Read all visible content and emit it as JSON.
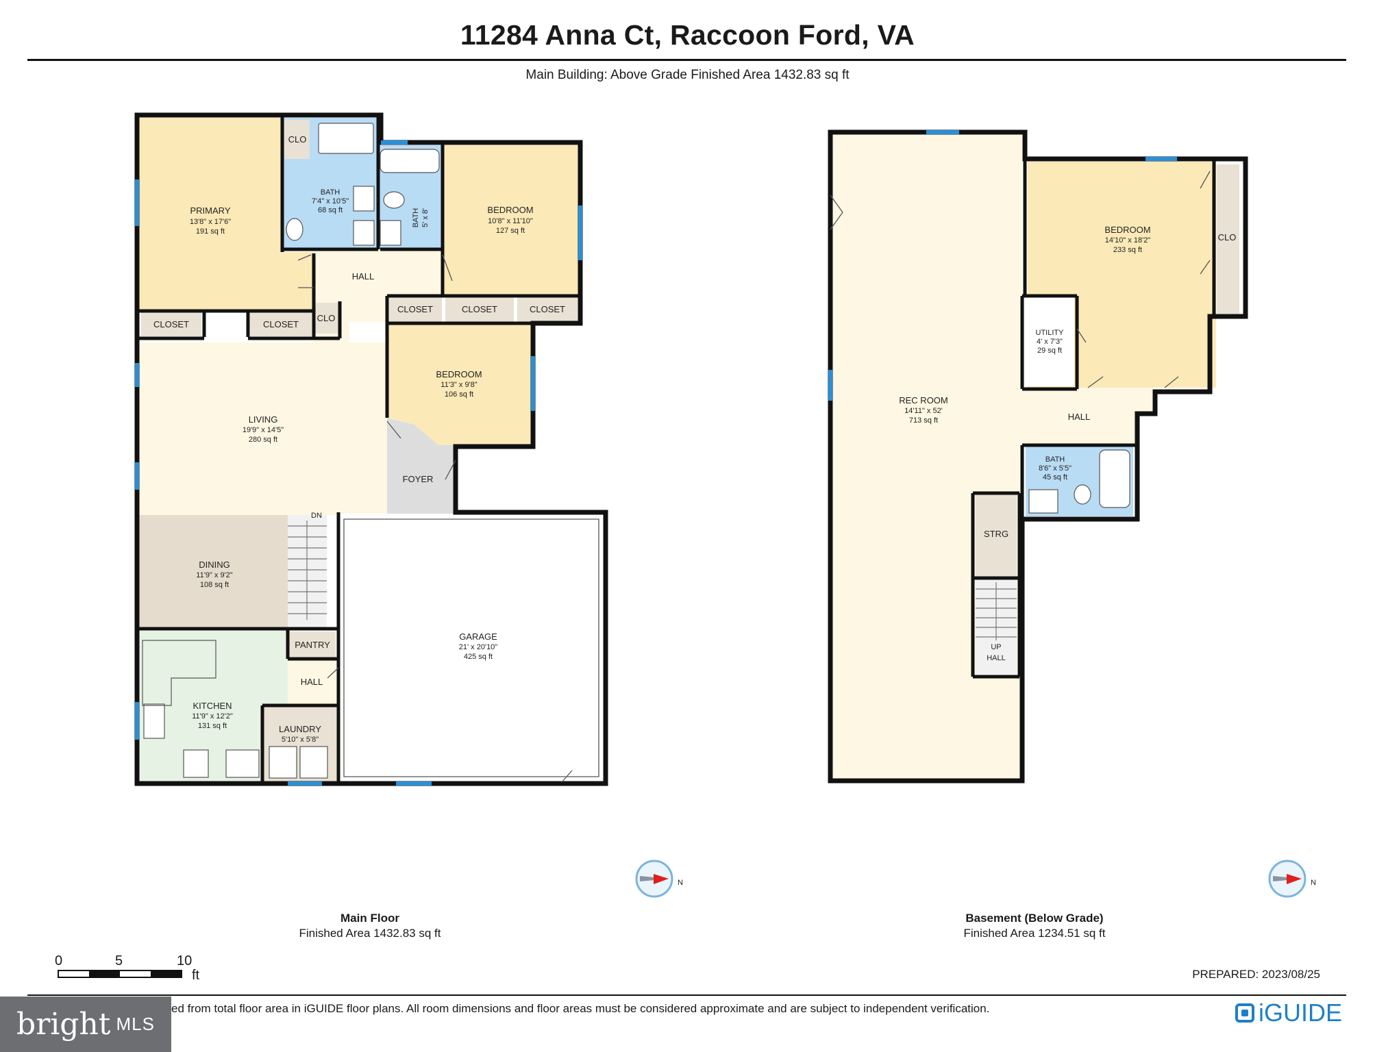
{
  "header": {
    "title": "11284 Anna Ct, Raccoon Ford, VA",
    "subtitle": "Main Building: Above Grade Finished Area 1432.83 sq ft"
  },
  "main_floor": {
    "caption_title": "Main Floor",
    "caption_area": "Finished Area 1432.83 sq ft",
    "rooms": {
      "primary": {
        "name": "PRIMARY",
        "dims": "13'8\" x 17'6\"",
        "area": "191 sq ft"
      },
      "bath1": {
        "name": "BATH",
        "dims": "7'4\" x 10'5\"",
        "area": "68 sq ft"
      },
      "bath2": {
        "name": "BATH",
        "dims": "5' x 8'"
      },
      "bedroom1": {
        "name": "BEDROOM",
        "dims": "10'8\" x 11'10\"",
        "area": "127 sq ft"
      },
      "bedroom2": {
        "name": "BEDROOM",
        "dims": "11'3\" x 9'8\"",
        "area": "106 sq ft"
      },
      "living": {
        "name": "LIVING",
        "dims": "19'9\" x 14'5\"",
        "area": "280 sq ft"
      },
      "dining": {
        "name": "DINING",
        "dims": "11'9\" x 9'2\"",
        "area": "108 sq ft"
      },
      "kitchen": {
        "name": "KITCHEN",
        "dims": "11'9\" x 12'2\"",
        "area": "131 sq ft"
      },
      "laundry": {
        "name": "LAUNDRY",
        "dims": "5'10\" x 5'8\""
      },
      "garage": {
        "name": "GARAGE",
        "dims": "21' x 20'10\"",
        "area": "425 sq ft"
      },
      "hall_upper": "HALL",
      "hall_lower": "HALL",
      "foyer": "FOYER",
      "pantry": "PANTRY",
      "clo_a": "CLO",
      "clo_b": "CLO",
      "closet_a": "CLOSET",
      "closet_b": "CLOSET",
      "closet_c": "CLOSET",
      "closet_d": "CLOSET",
      "closet_e": "CLOSET",
      "stairs_label": "DN"
    }
  },
  "basement": {
    "caption_title": "Basement (Below Grade)",
    "caption_area": "Finished Area 1234.51 sq ft",
    "rooms": {
      "rec_room": {
        "name": "REC ROOM",
        "dims": "14'11\" x 52'",
        "area": "713 sq ft"
      },
      "bedroom": {
        "name": "BEDROOM",
        "dims": "14'10\" x 18'2\"",
        "area": "233 sq ft"
      },
      "utility": {
        "name": "UTILITY",
        "dims": "4' x 7'3\"",
        "area": "29 sq ft"
      },
      "bath": {
        "name": "BATH",
        "dims": "8'6\" x 5'5\"",
        "area": "45 sq ft"
      },
      "clo": "CLO",
      "hall": "HALL",
      "strg": "STRG",
      "stairs_up": "UP",
      "stairs_hall": "HALL"
    }
  },
  "compass": {
    "north_label": "N"
  },
  "scale_bar": {
    "labels": [
      "0",
      "5",
      "10"
    ],
    "unit": "ft"
  },
  "footer": {
    "prepared": "PREPARED: 2023/08/25",
    "disclaimer": "ed from total floor area in iGUIDE floor plans. All room dimensions and floor areas must be considered approximate and are subject to independent verification.",
    "logo_bright": "bright",
    "logo_mls": "MLS",
    "logo_iguide": "iGUIDE"
  },
  "colors": {
    "wall": "#111111",
    "bedroom_fill": "#fbe9b7",
    "living_fill": "#fdf7e3",
    "bath_fill": "#b9dcf5",
    "closet_fill": "#e9e1d3",
    "dining_fill": "#e6dccd",
    "kitchen_fill": "#e6f3e4",
    "foyer_fill": "#dddddd",
    "window": "#2a8fd6",
    "compass_red": "#e0201b"
  }
}
